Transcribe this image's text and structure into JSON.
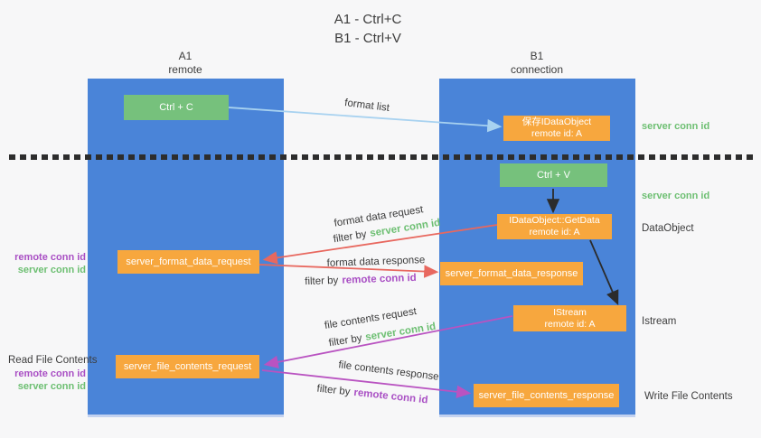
{
  "title": {
    "line1": "A1 - Ctrl+C",
    "line2": "B1 - Ctrl+V"
  },
  "columns": {
    "a1": {
      "name": "A1",
      "subtitle": "remote"
    },
    "b1": {
      "name": "B1",
      "subtitle": "connection"
    }
  },
  "nodes": {
    "ctrl_c": {
      "label": "Ctrl + C"
    },
    "save_dataobject": {
      "line1": "保存IDataObject",
      "line2": "remote id: A"
    },
    "ctrl_v": {
      "label": "Ctrl + V"
    },
    "getdata": {
      "line1": "IDataObject::GetData",
      "line2": "remote id: A"
    },
    "format_request": {
      "label": "server_format_data_request"
    },
    "format_response": {
      "label": "server_format_data_response"
    },
    "istream": {
      "line1": "IStream",
      "line2": "remote id: A"
    },
    "file_request": {
      "label": "server_file_contents_request"
    },
    "file_response": {
      "label": "server_file_contents_response"
    }
  },
  "flow_labels": {
    "format_list": "format list",
    "format_data_request": "format data request",
    "format_data_response": "format data response",
    "file_contents_request": "file contents request",
    "file_contents_response": "file contents response",
    "filter_by": "filter by",
    "server_conn_id": "server conn id",
    "remote_conn_id": "remote conn id"
  },
  "side_labels": {
    "server_conn_id": "server conn id",
    "remote_conn_id": "remote conn id",
    "dataobject": "DataObject",
    "istream": "Istream",
    "read_file_contents": "Read File Contents",
    "write_file_contents": "Write File Contents"
  },
  "palette": {
    "column_blue": "#4a84d8",
    "box_green": "#76c17c",
    "box_orange": "#f7a73e",
    "arrow_lightblue": "#a8d2f0",
    "arrow_red": "#e8685f",
    "arrow_magenta": "#b953c1",
    "arrow_black": "#2b2b2b",
    "text_green": "#6dbf72",
    "text_purple": "#a94fc4",
    "text_dark": "#3d3d3d",
    "background": "#f7f7f8"
  }
}
